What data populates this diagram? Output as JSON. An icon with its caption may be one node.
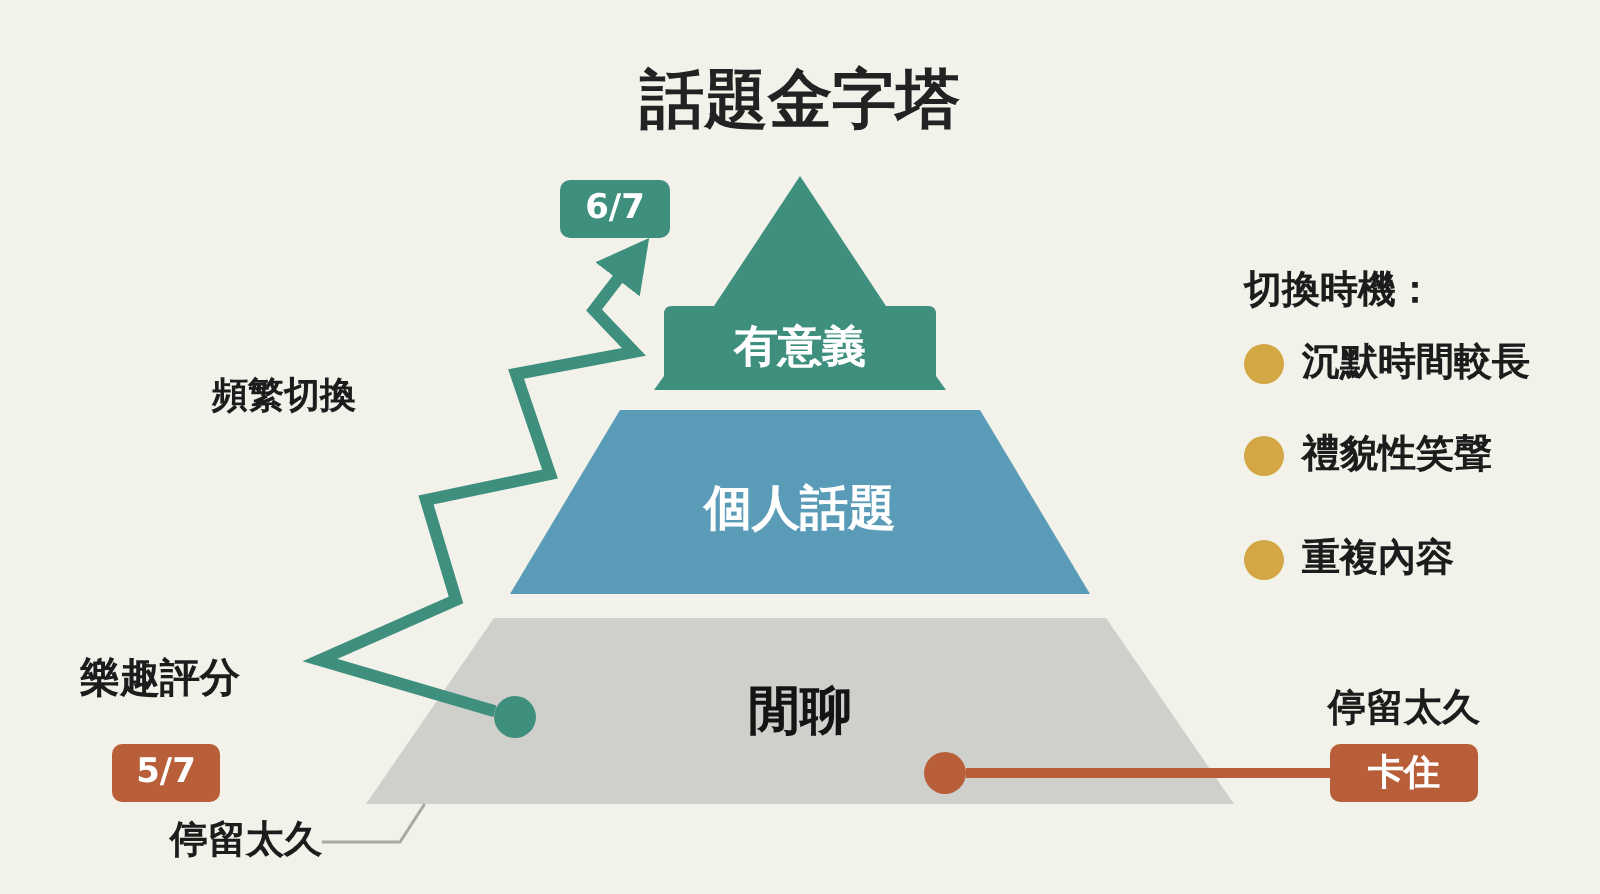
{
  "diagram": {
    "title": "話題金字塔",
    "nodes": [
      {
        "text": [
          "有意義"
        ]
      },
      {
        "text": [
          "6/7"
        ]
      },
      {
        "text": [
          "個人話題"
        ]
      },
      {
        "text": [
          "閒聊"
        ]
      },
      {
        "text": [],
        "shape": "circle",
        "in": 3
      },
      {
        "text": [],
        "shape": "circle",
        "in": 3
      },
      {
        "text": [
          "5/7"
        ]
      },
      {
        "text": [
          "卡住"
        ],
        "beside": [
          "停留太久"
        ]
      },
      {
        "text": [
          "停留太久"
        ]
      }
    ],
    "edges": [
      {
        "from": 4,
        "to": 1,
        "arrow": "to",
        "label": "頻繁切換",
        "color": "#3f8f7f"
      },
      {
        "from": 5,
        "to": 7,
        "arrow": "none",
        "color": "#b85f3a"
      },
      {
        "from": 8,
        "to": 3,
        "arrow": "none",
        "color": "#a9a9a4"
      }
    ],
    "labels": [
      "切換時機：",
      "樂趣評分"
    ],
    "legend": [
      {
        "text": "沉默時間較長",
        "color": "#d4a745"
      },
      {
        "text": "禮貌性笑聲",
        "color": "#d4a745"
      },
      {
        "text": "重複內容",
        "color": "#d4a745"
      }
    ]
  }
}
